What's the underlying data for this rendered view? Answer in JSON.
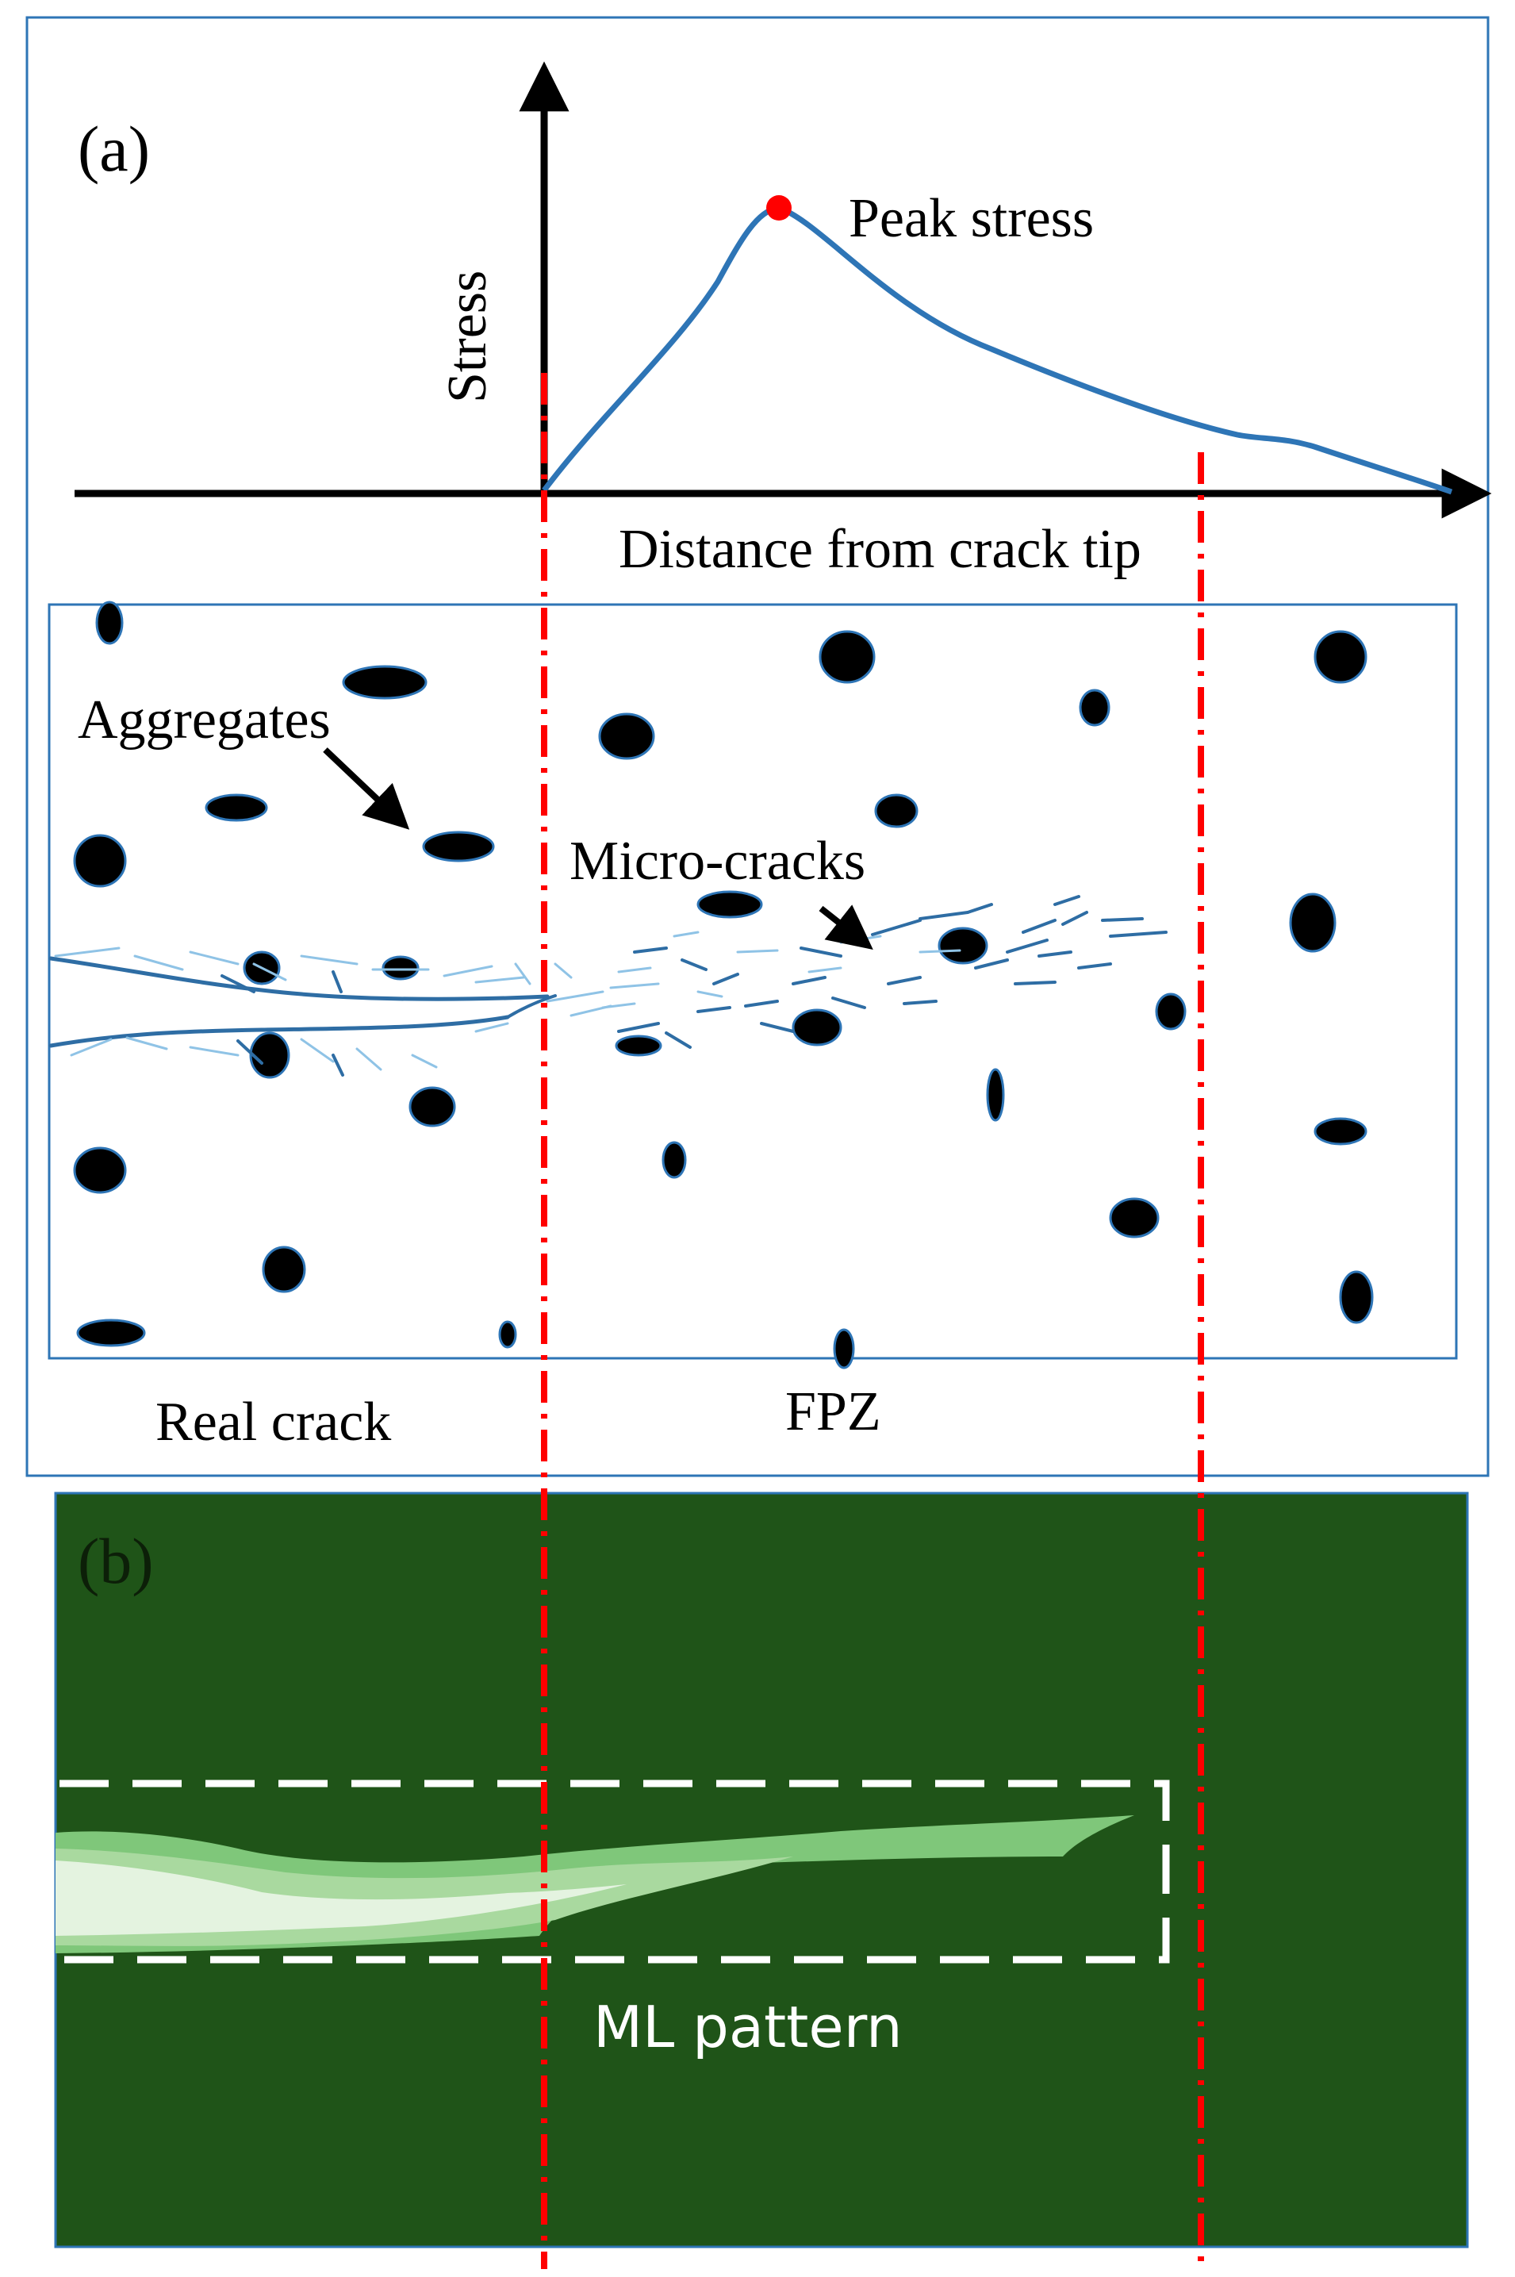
{
  "panel_a": {
    "label": "(a)",
    "y_axis_label": "Stress",
    "x_axis_label": "Distance from crack tip",
    "peak_label": "Peak stress",
    "aggregates_label": "Aggregates",
    "microcracks_label": "Micro-cracks",
    "real_crack_label": "Real crack",
    "fpz_label": "FPZ"
  },
  "panel_b": {
    "label": "(b)",
    "pattern_label": "ML pattern"
  },
  "colors": {
    "frame": "#2e75b6",
    "curve": "#2e75b6",
    "peak_marker": "#ff0000",
    "boundary_line": "#ff0000",
    "aggregate_fill": "#000000",
    "aggregate_outline": "#2e75b6",
    "crack_dark": "#2e6da4",
    "crack_light": "#8fc3e6",
    "panel_b_bg": "#1f5418",
    "pattern_mid": "#7fc77a",
    "pattern_light": "#a9d99f",
    "pattern_pale": "#e4f3e0",
    "dashed_box": "#ffffff"
  }
}
